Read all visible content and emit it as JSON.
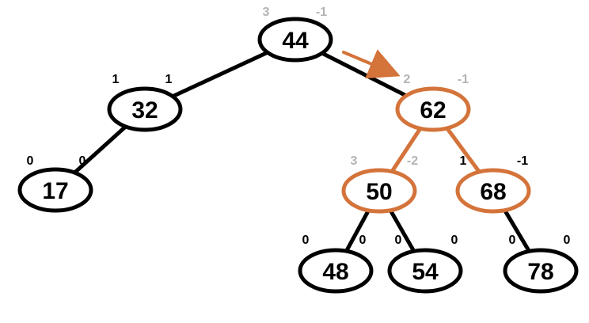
{
  "colors": {
    "background": "#ffffff",
    "edge": "#000000",
    "highlight": "#d4733a",
    "label_gray": "#b3b3b3",
    "label_dark": "#000000"
  },
  "tree": {
    "nodes": [
      {
        "id": "n44",
        "value": "44",
        "left_label": "3",
        "right_label": "-1",
        "highlight": false,
        "muted_labels": true
      },
      {
        "id": "n32",
        "value": "32",
        "left_label": "1",
        "right_label": "1",
        "highlight": false,
        "muted_labels": false
      },
      {
        "id": "n62",
        "value": "62",
        "left_label": "2",
        "right_label": "-1",
        "highlight": true,
        "muted_labels": true
      },
      {
        "id": "n17",
        "value": "17",
        "left_label": "0",
        "right_label": "0",
        "highlight": false,
        "muted_labels": false
      },
      {
        "id": "n50",
        "value": "50",
        "left_label": "3",
        "right_label": "-2",
        "highlight": true,
        "muted_labels": true
      },
      {
        "id": "n68",
        "value": "68",
        "left_label": "1",
        "right_label": "-1",
        "highlight": true,
        "muted_labels": false
      },
      {
        "id": "n48",
        "value": "48",
        "left_label": "0",
        "right_label": "0",
        "highlight": false,
        "muted_labels": false
      },
      {
        "id": "n54",
        "value": "54",
        "left_label": "0",
        "right_label": "0",
        "highlight": false,
        "muted_labels": false
      },
      {
        "id": "n78",
        "value": "78",
        "left_label": "0",
        "right_label": "0",
        "highlight": false,
        "muted_labels": false
      }
    ],
    "edges": [
      {
        "from": "n44",
        "to": "n32",
        "highlight": false
      },
      {
        "from": "n44",
        "to": "n62",
        "highlight": false
      },
      {
        "from": "n32",
        "to": "n17",
        "highlight": false
      },
      {
        "from": "n62",
        "to": "n50",
        "highlight": true
      },
      {
        "from": "n62",
        "to": "n68",
        "highlight": true
      },
      {
        "from": "n50",
        "to": "n48",
        "highlight": false
      },
      {
        "from": "n50",
        "to": "n54",
        "highlight": false
      },
      {
        "from": "n68",
        "to": "n78",
        "highlight": false
      }
    ],
    "arrow": {
      "from": "n44",
      "to": "n62",
      "icon": "right-down-arrow-icon"
    }
  }
}
